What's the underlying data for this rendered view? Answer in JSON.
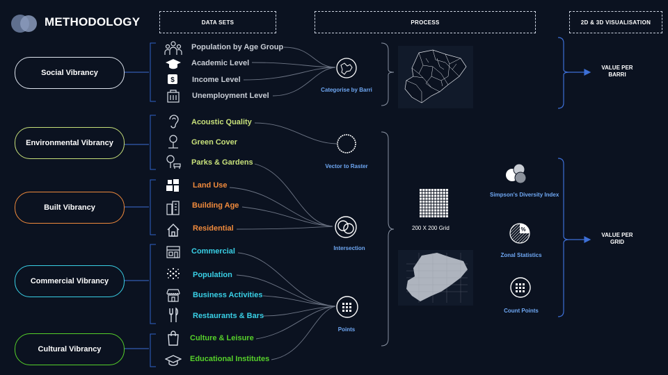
{
  "title": "METHODOLOGY",
  "headers": {
    "data_sets": "DATA SETS",
    "process": "PROCESS",
    "visualisation": "2D & 3D VISUALISATION"
  },
  "categories": [
    {
      "label": "Social Vibrancy",
      "color": "#dfe5ee"
    },
    {
      "label": "Environmental Vibrancy",
      "color": "#c7e07a"
    },
    {
      "label": "Built Vibrancy",
      "color": "#f08a3c"
    },
    {
      "label": "Commercial Vibrancy",
      "color": "#39d0e6"
    },
    {
      "label": "Cultural Vibrancy",
      "color": "#56d12a"
    }
  ],
  "datasets": {
    "social": [
      "Population by Age Group",
      "Academic Level",
      "Income Level",
      "Unemployment Level"
    ],
    "environmental": [
      "Acoustic Quality",
      "Green Cover",
      "Parks & Gardens"
    ],
    "built": [
      "Land Use",
      "Building Age",
      "Residential"
    ],
    "commercial": [
      "Commercial",
      "Population",
      "Business Activities",
      "Restaurants & Bars"
    ],
    "cultural": [
      "Culture & Leisure",
      "Educational Institutes"
    ]
  },
  "process": {
    "categorise": "Categorise by Barri",
    "vector_to_raster": "Vector to Raster",
    "intersection": "Intersection",
    "points": "Points",
    "grid": "200 X 200 Grid"
  },
  "analysis": {
    "simpson": "Simpson's Diversity Index",
    "zonal": "Zonal Statistics",
    "count": "Count Points",
    "zonal_symbol": "%"
  },
  "outputs": {
    "barri": "VALUE PER BARRI",
    "grid": "VALUE PER GRID"
  },
  "colors": {
    "background": "#0b1220",
    "process_label": "#6fa8f4",
    "connector": "#3d6fd6"
  }
}
